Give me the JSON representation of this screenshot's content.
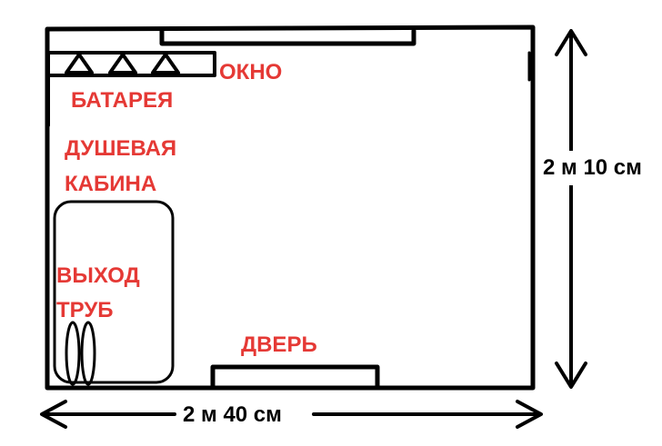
{
  "labels": {
    "window": "ОКНО",
    "radiator": "БАТАРЕЯ",
    "shower_line1": "ДУШЕВАЯ",
    "shower_line2": "КАБИНА",
    "pipes_line1": "ВЫХОД",
    "pipes_line2": "ТРУБ",
    "door": "ДВЕРЬ"
  },
  "dimensions": {
    "height": "2 м 10 см",
    "width": "2 м 40 см"
  },
  "colors": {
    "label": "#e53935",
    "line": "#000000",
    "background": "#ffffff"
  }
}
